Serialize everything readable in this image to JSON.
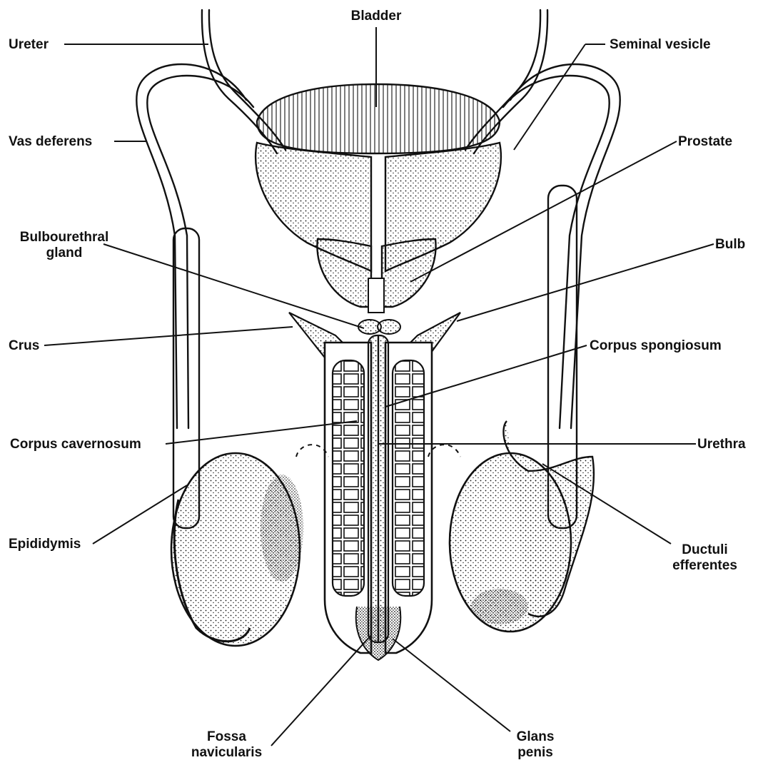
{
  "labels": {
    "bladder": "Bladder",
    "ureter": "Ureter",
    "seminal_vesicle": "Seminal vesicle",
    "vas_deferens": "Vas deferens",
    "prostate": "Prostate",
    "bulbourethral_gland": "Bulbourethral\ngland",
    "bulb": "Bulb",
    "crus": "Crus",
    "corpus_spongiosum": "Corpus spongiosum",
    "corpus_cavernosum": "Corpus cavernosum",
    "urethra": "Urethra",
    "epididymis": "Epididymis",
    "ductuli_efferentes": "Ductuli\nefferentes",
    "fossa_navicularis": "Fossa\nnavicularis",
    "glans_penis": "Glans\npenis"
  }
}
